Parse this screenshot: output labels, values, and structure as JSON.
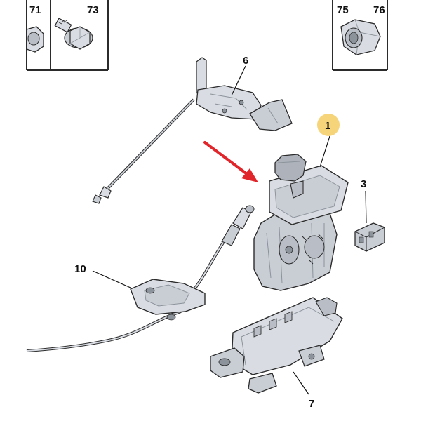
{
  "diagram": {
    "box_left": {
      "refs": [
        "71",
        "73"
      ]
    },
    "box_right": {
      "refs": [
        "75",
        "76"
      ]
    },
    "callouts": {
      "gear_selector": "1",
      "switch": "3",
      "linkage": "6",
      "bracket": "7",
      "cable_mount": "10"
    }
  },
  "colors": {
    "part_fill": "#d9dde3",
    "part_shade": "#b9bec6",
    "outline": "#2b2b2b",
    "arrow": "#e0262a",
    "highlight_circle": "#f6d47a"
  }
}
